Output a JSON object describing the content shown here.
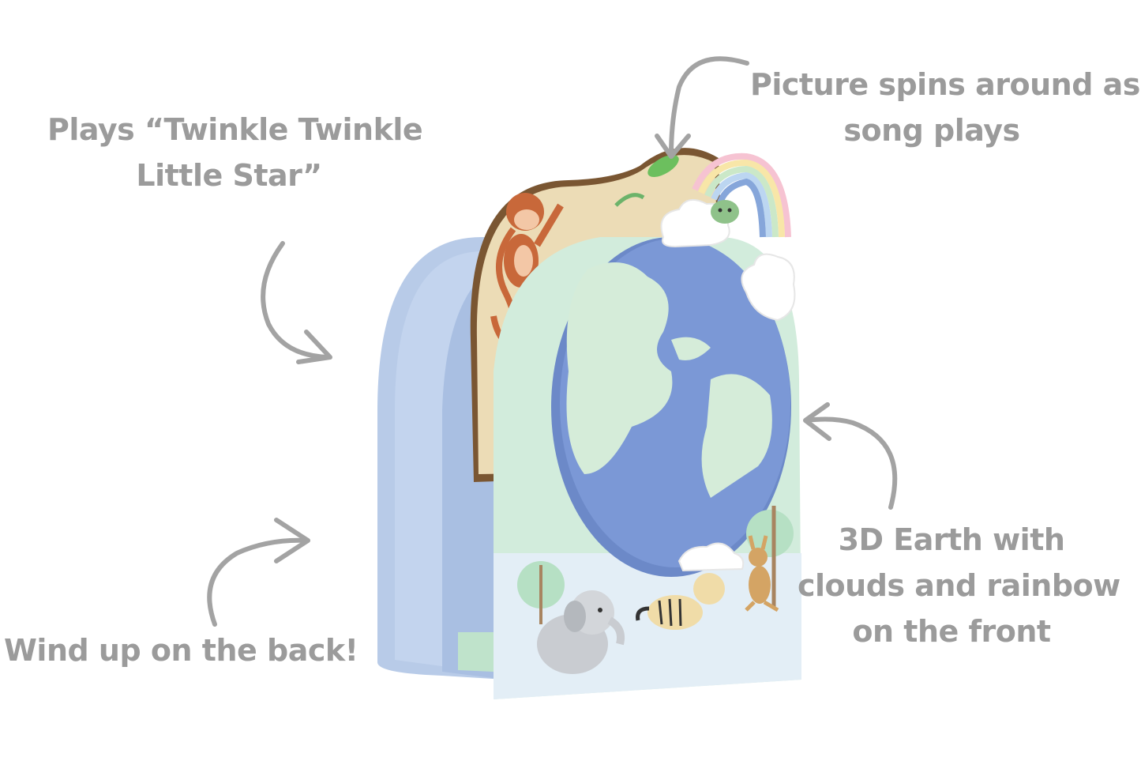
{
  "callouts": [
    {
      "id": "plays-song",
      "lines": [
        "Plays “Twinkle Twinkle",
        "Little Star”"
      ]
    },
    {
      "id": "picture-spins",
      "lines": [
        "Picture spins around as",
        "song plays"
      ]
    },
    {
      "id": "earth-3d",
      "lines": [
        "3D Earth with",
        "clouds and rainbow",
        "on the front"
      ]
    },
    {
      "id": "wind-up",
      "lines": [
        "Wind up on the back!"
      ]
    }
  ],
  "product": {
    "name": "Wooden wind-up music box with spinning picture",
    "colors": {
      "text_gray": "#9b9b9b",
      "arrow_gray": "#a3a3a3",
      "base_blue": "#b6c9e6",
      "base_green": "#cde9d6",
      "earth_blue": "#7b98d6",
      "land_green": "#d5ecd9",
      "wood_disc": "#ecdcb6",
      "disc_edge": "#7a5632"
    },
    "animals": [
      "monkey",
      "elephant",
      "tiger",
      "kangaroo",
      "baby-dinosaur"
    ]
  }
}
